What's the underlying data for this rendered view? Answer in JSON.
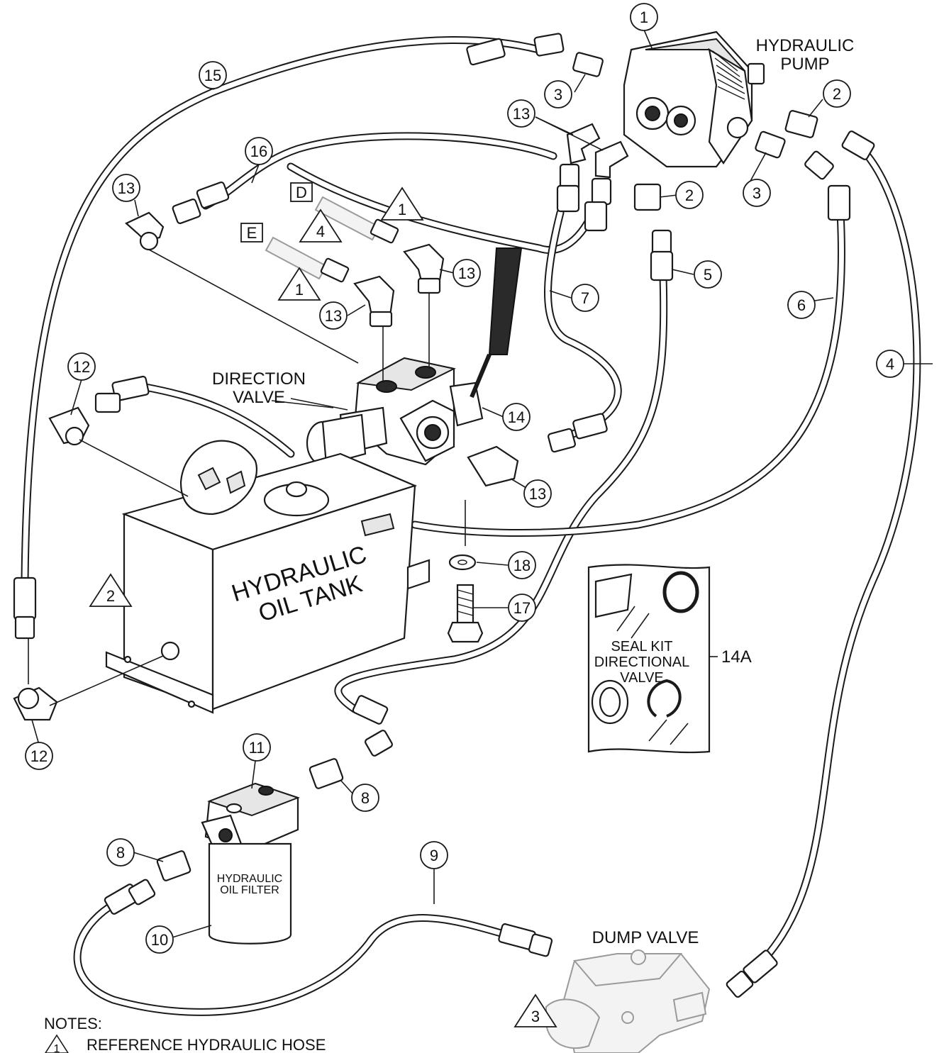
{
  "labels": {
    "hydraulic_pump_line1": "HYDRAULIC",
    "hydraulic_pump_line2": "PUMP",
    "direction_valve_line1": "DIRECTION",
    "direction_valve_line2": "VALVE",
    "tank_line1": "HYDRAULIC",
    "tank_line2": "OIL TANK",
    "filter_line1": "HYDRAULIC",
    "filter_line2": "OIL FILTER",
    "seal_kit_line1": "SEAL KIT",
    "seal_kit_line2": "DIRECTIONAL",
    "seal_kit_line3": "VALVE",
    "seal_kit_ref": "14A",
    "dump_valve": "DUMP VALVE",
    "box_d": "D",
    "box_e": "E"
  },
  "callouts": {
    "c1": "1",
    "c2a": "2",
    "c2b": "2",
    "c3a": "3",
    "c3b": "3",
    "c4": "4",
    "c5": "5",
    "c6": "6",
    "c7": "7",
    "c8a": "8",
    "c8b": "8",
    "c9": "9",
    "c10": "10",
    "c11": "11",
    "c12a": "12",
    "c12b": "12",
    "c13a": "13",
    "c13b": "13",
    "c13c": "13",
    "c13d": "13",
    "c13e": "13",
    "c14": "14",
    "c15": "15",
    "c16": "16",
    "c17": "17",
    "c18": "18"
  },
  "note_triangles": {
    "t1a": "1",
    "t1b": "1",
    "t2": "2",
    "t3": "3",
    "t4": "4",
    "t_notes": "1"
  },
  "notes": {
    "heading": "NOTES:",
    "note1": "REFERENCE HYDRAULIC HOSE"
  }
}
